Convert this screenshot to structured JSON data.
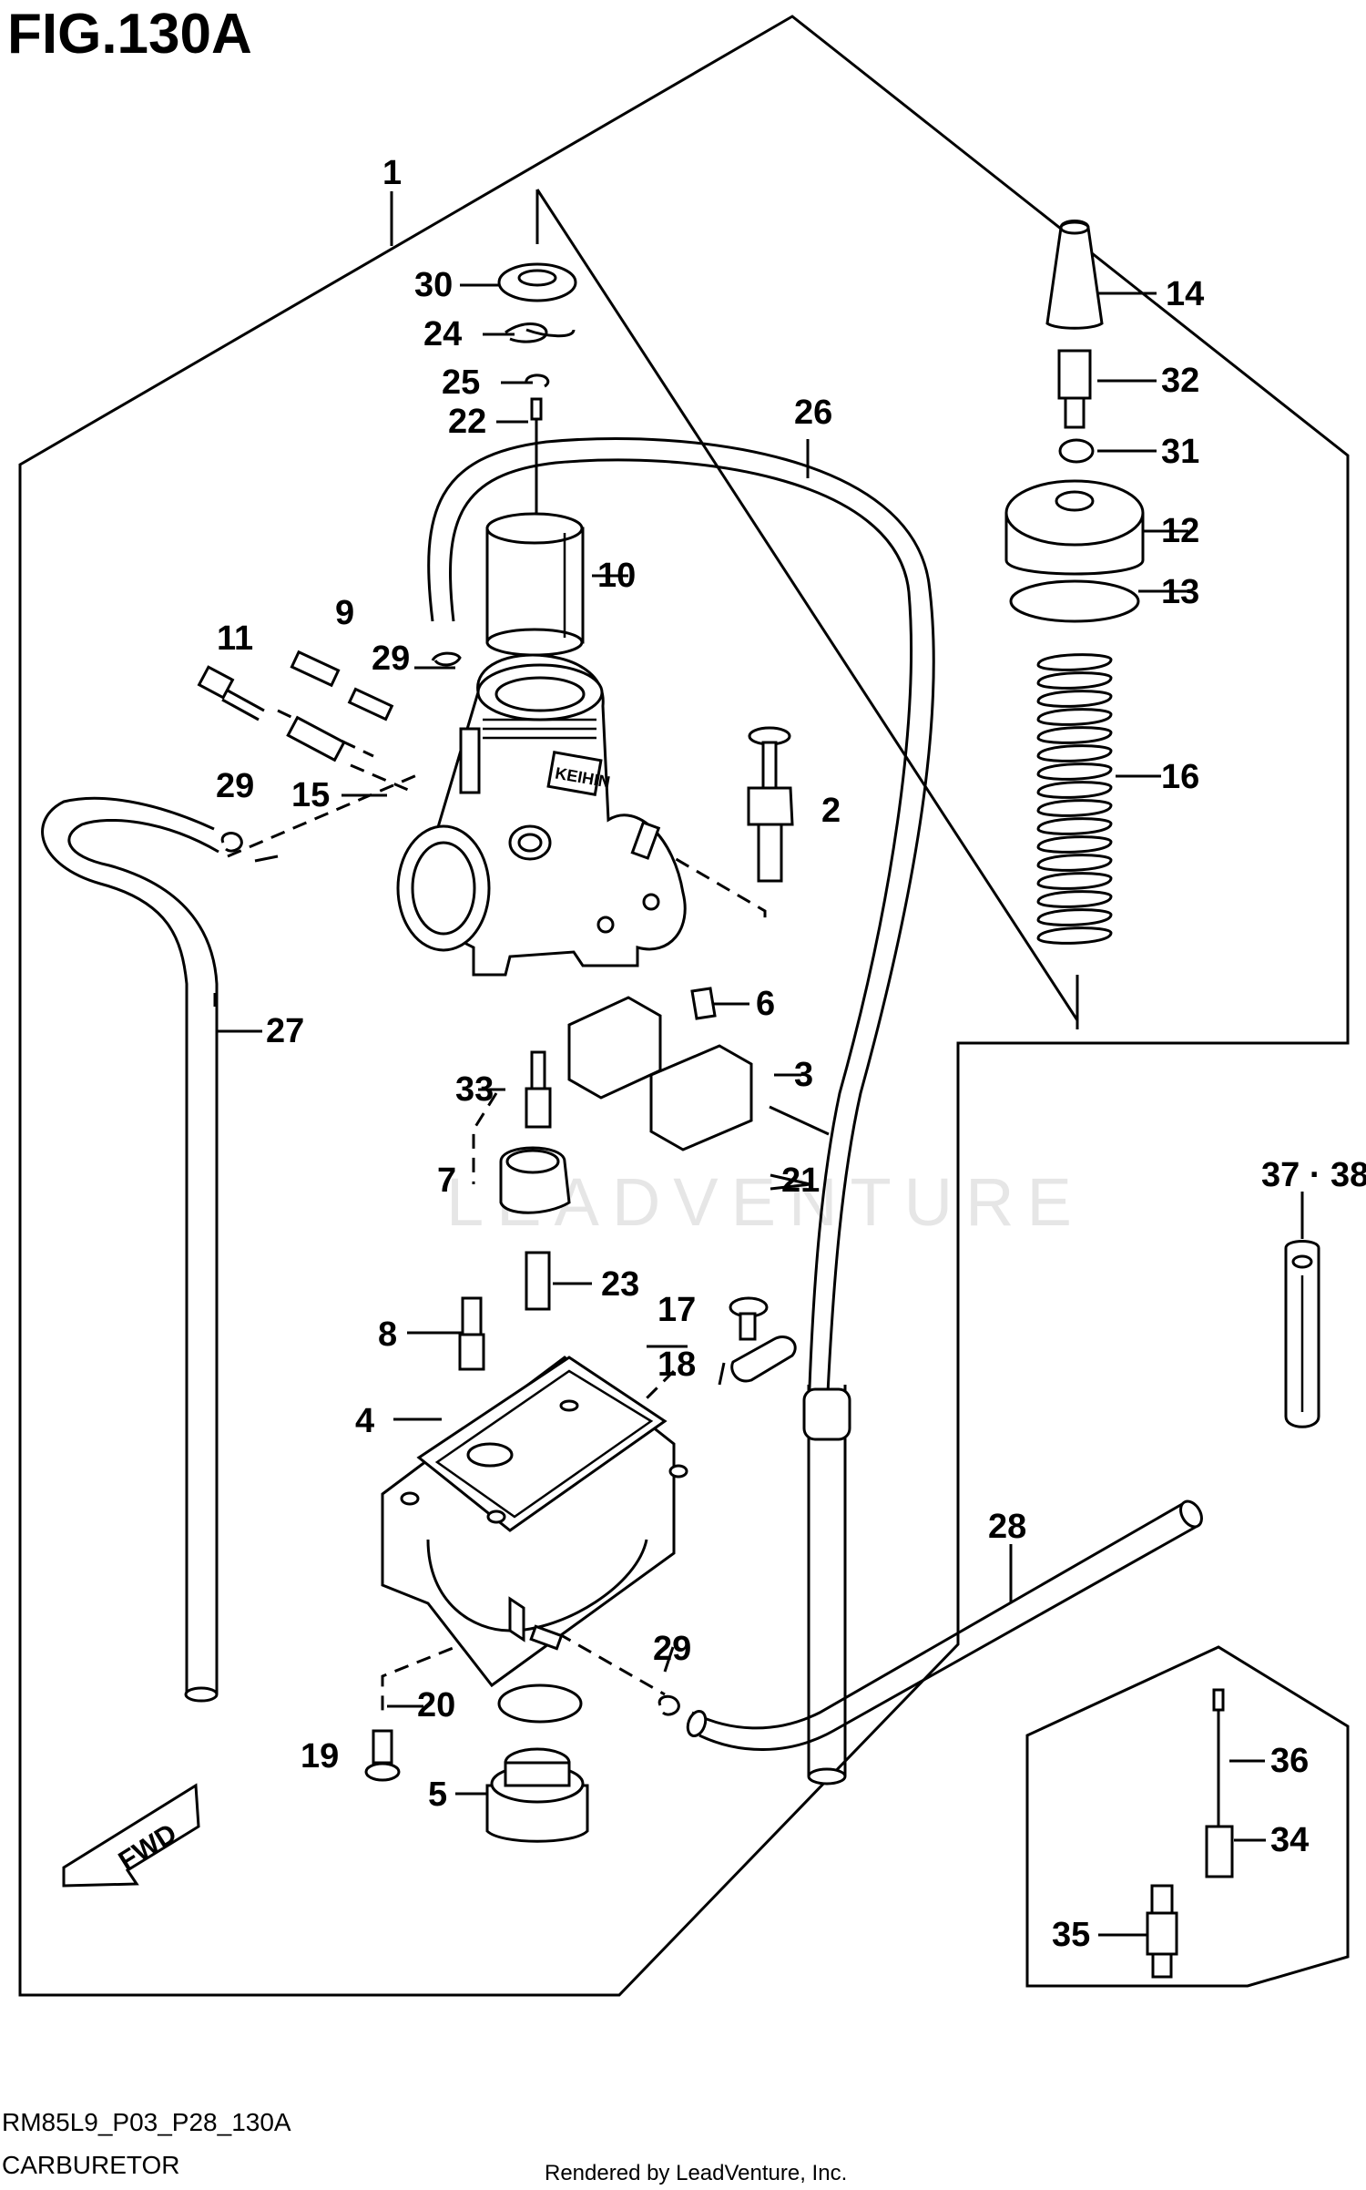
{
  "figure_title": "FIG.130A",
  "fwd_label": "FWD",
  "watermark": "LEADVENTURE",
  "footer": {
    "code": "RM85L9_P03_P28_130A",
    "name": "CARBURETOR",
    "rendered_by": "Rendered by LeadVenture, Inc."
  },
  "callouts": {
    "c1": "1",
    "c2": "2",
    "c3": "3",
    "c4": "4",
    "c5": "5",
    "c6": "6",
    "c7": "7",
    "c8": "8",
    "c9": "9",
    "c10": "10",
    "c11": "11",
    "c12": "12",
    "c13": "13",
    "c14": "14",
    "c15": "15",
    "c16": "16",
    "c17": "17",
    "c18": "18",
    "c19": "19",
    "c20": "20",
    "c21": "21",
    "c22": "22",
    "c23": "23",
    "c24": "24",
    "c25": "25",
    "c26": "26",
    "c27": "27",
    "c28": "28",
    "c29a": "29",
    "c29b": "29",
    "c29c": "29",
    "c30": "30",
    "c31": "31",
    "c32": "32",
    "c33": "33",
    "c34": "34",
    "c35": "35",
    "c36": "36",
    "c3738": "37 · 38"
  },
  "carb_logo": "KEIHIN"
}
